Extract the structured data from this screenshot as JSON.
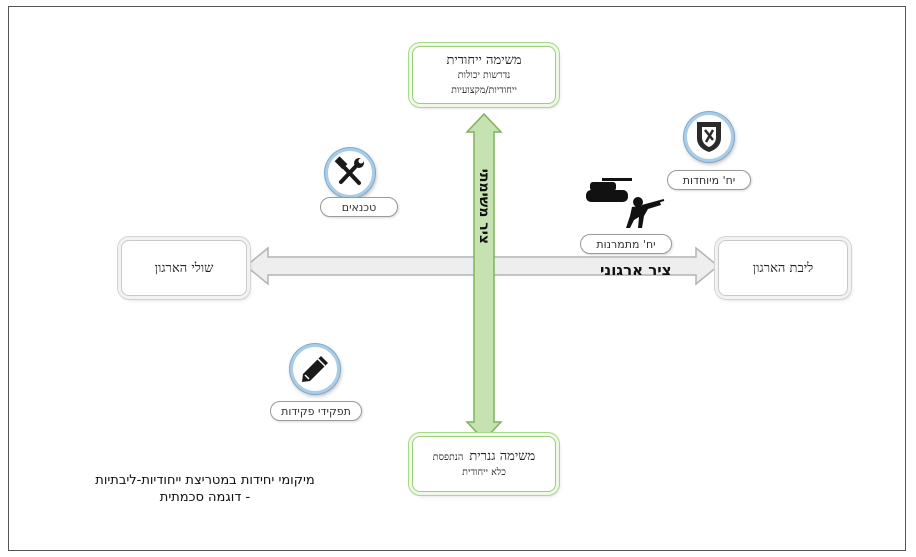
{
  "nodes": {
    "top": {
      "title": "משימה ייחודית",
      "line1": "נדרשות יכולות",
      "line2": "ייחודיות/מקצועיות"
    },
    "bottom": {
      "title": "משימה גנרית",
      "tag": "הנתפסת",
      "line2": "כלא ייחודית"
    },
    "left": {
      "title": "שולי הארגון"
    },
    "right": {
      "title": "ליבת הארגון"
    }
  },
  "axes": {
    "horizontal": "ציר ארגוני",
    "vertical": "ציר משימתי"
  },
  "units": [
    {
      "label": "טכנאים",
      "icon": "tools-icon"
    },
    {
      "label": "יח' מיוחדות",
      "icon": "special-unit-emblem-icon"
    },
    {
      "label": "יח' מתמרנות",
      "icon": "tank-soldier-icon"
    },
    {
      "label": "תפקידי פקידות",
      "icon": "pencil-icon"
    }
  ],
  "caption": {
    "line1": "מיקומי יחידות במטריצת ייחודיות-ליבתיות",
    "line2": "- דוגמה סכמתית"
  },
  "colors": {
    "vertical_arrow_fill": "#c6e2b1",
    "vertical_arrow_stroke": "#7fb35a",
    "horizontal_arrow_fill": "#eeeeee",
    "horizontal_arrow_stroke": "#b4b4b4",
    "icon_circle_border": "#aacce6"
  }
}
